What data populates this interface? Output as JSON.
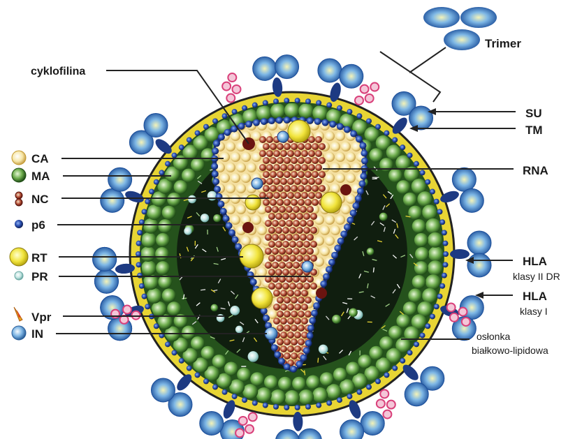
{
  "diagram": {
    "labels": {
      "trimer": "Trimer",
      "cyklofilina": "cyklofilina",
      "su": "SU",
      "tm": "TM",
      "rna": "RNA",
      "hla1_title": "HLA",
      "hla1_sub": "klasy II DR",
      "hla2_title": "HLA",
      "hla2_sub": "klasy I",
      "envelope_line1": "osłonka",
      "envelope_line2": "białkowo-lipidowa"
    },
    "legend": [
      {
        "key": "ca",
        "label": "CA",
        "icon": "ca-icon"
      },
      {
        "key": "ma",
        "label": "MA",
        "icon": "ma-icon"
      },
      {
        "key": "nc",
        "label": "NC",
        "icon": "nc-icon"
      },
      {
        "key": "p6",
        "label": "p6",
        "icon": "p6-icon"
      },
      {
        "key": "rt",
        "label": "RT",
        "icon": "rt-icon"
      },
      {
        "key": "pr",
        "label": "PR",
        "icon": "pr-icon"
      },
      {
        "key": "vpr",
        "label": "Vpr",
        "icon": "vpr-icon"
      },
      {
        "key": "in",
        "label": "IN",
        "icon": "in-icon"
      }
    ],
    "colors": {
      "envelope_yellow": "#e8d534",
      "ma_green": "#3e7d2e",
      "ma_light": "#9fcf86",
      "p6_blue": "#1d3a82",
      "ca_yellow": "#f7e6a0",
      "nc_red": "#8a2a1e",
      "rt_yellow": "#f1e43c",
      "in_blue": "#5aa0d8",
      "spike_blue": "#3d7fc4",
      "hla_pink": "#d9407a",
      "dark_interior": "#0e1a0e"
    }
  }
}
